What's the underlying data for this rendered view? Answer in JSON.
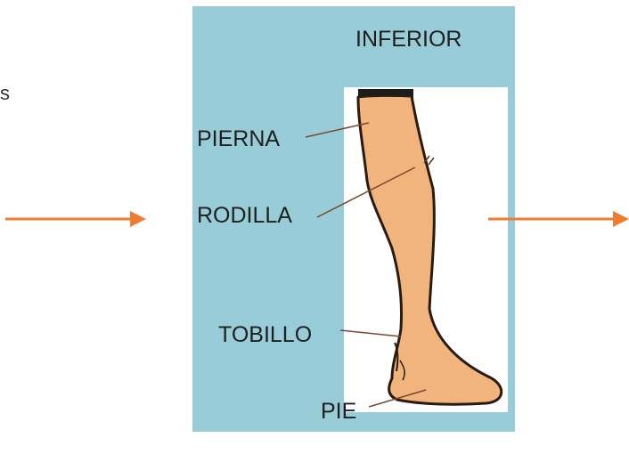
{
  "stray_text": "s",
  "diagram": {
    "title": "INFERIOR",
    "labels": {
      "pierna": "PIERNA",
      "rodilla": "RODILLA",
      "tobillo": "TOBILLO",
      "pie": "PIE"
    }
  },
  "colors": {
    "panel_background": "#98ccd9",
    "image_background": "#ffffff",
    "skin": "#f0b47c",
    "outline": "#2a1b12",
    "pointer_lines": "#7a4a2e",
    "arrows": "#ed7d31"
  }
}
